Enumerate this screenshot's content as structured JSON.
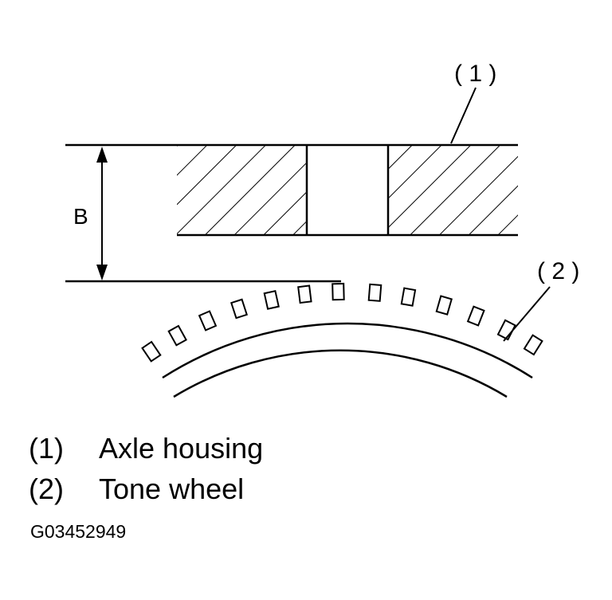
{
  "callouts": {
    "part_1": "( 1 )",
    "part_2": "( 2 )",
    "dimension": "B"
  },
  "legend": [
    {
      "number": "(1)",
      "label": "Axle housing"
    },
    {
      "number": "(2)",
      "label": "Tone wheel"
    }
  ],
  "figure_id": "G03452949"
}
